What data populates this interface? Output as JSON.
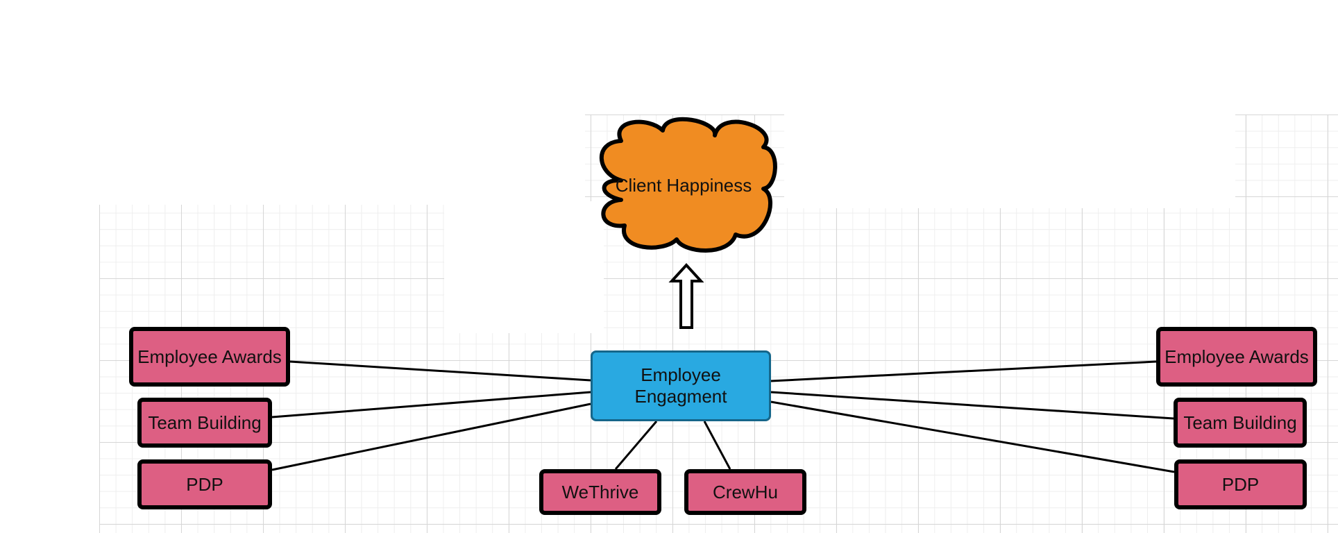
{
  "diagram": {
    "goal": {
      "label": "Client Happiness",
      "color": "#f08c22"
    },
    "center": {
      "label": "Employee Engagment",
      "color": "#29a9e1"
    },
    "left": [
      {
        "label": "Employee Awards"
      },
      {
        "label": "Team Building"
      },
      {
        "label": "PDP"
      }
    ],
    "right": [
      {
        "label": "Employee Awards"
      },
      {
        "label": "Team Building"
      },
      {
        "label": "PDP"
      }
    ],
    "bottom": [
      {
        "label": "WeThrive"
      },
      {
        "label": "CrewHu"
      }
    ],
    "node_color": "#dd5f83"
  }
}
